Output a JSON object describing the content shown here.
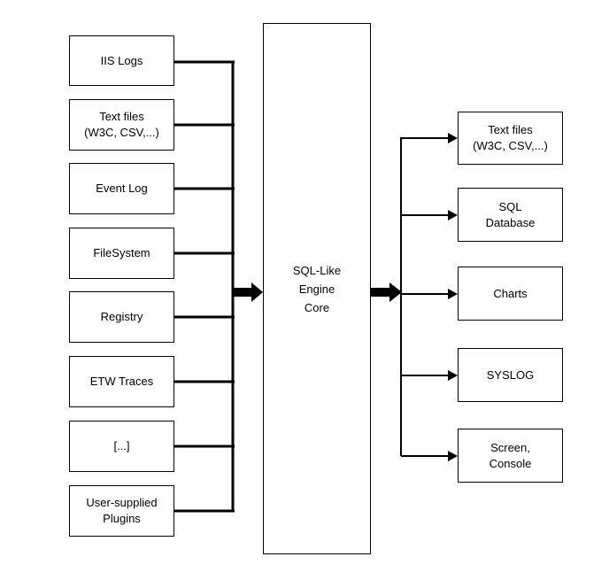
{
  "inputs": [
    {
      "label": "IIS Logs"
    },
    {
      "label": "Text files\n(W3C, CSV,...)"
    },
    {
      "label": "Event Log"
    },
    {
      "label": "FileSystem"
    },
    {
      "label": "Registry"
    },
    {
      "label": "ETW  Traces"
    },
    {
      "label": "[...]"
    },
    {
      "label": "User-supplied\nPlugins"
    }
  ],
  "core": {
    "label": "SQL-Like\nEngine\nCore"
  },
  "outputs": [
    {
      "label": "Text files\n(W3C, CSV,...)"
    },
    {
      "label": "SQL\nDatabase"
    },
    {
      "label": "Charts"
    },
    {
      "label": "SYSLOG"
    },
    {
      "label": "Screen,\nConsole"
    }
  ],
  "colors": {
    "line": "#000000",
    "box_border": "#000000",
    "background": "#ffffff"
  }
}
